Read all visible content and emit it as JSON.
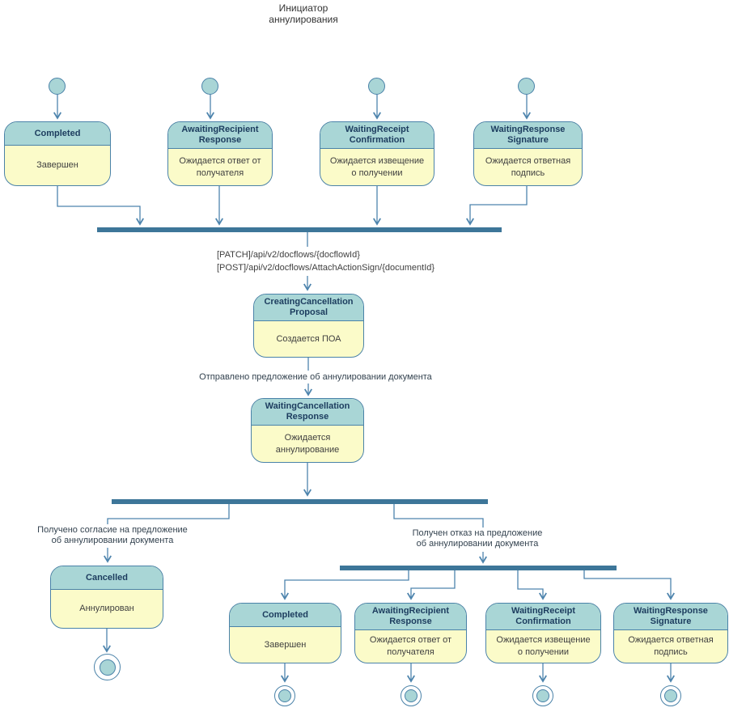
{
  "diagram": {
    "title": "Инициатор\nаннулирования",
    "colors": {
      "state_header_fill": "#a9d6d6",
      "state_body_fill": "#fbfbc9",
      "state_border": "#4a82a8",
      "sync_bar_fill": "#3d7699",
      "connector_stroke": "#4d84ad",
      "header_text": "#1c3c5e",
      "body_text": "#404040"
    },
    "top_states": [
      {
        "title": "Completed",
        "subtitle": "Завершен"
      },
      {
        "title": "AwaitingRecipient\nResponse",
        "subtitle": "Ожидается ответ от\nполучателя"
      },
      {
        "title": "WaitingReceipt\nConfirmation",
        "subtitle": "Ожидается извещение\nо получении"
      },
      {
        "title": "WaitingResponse\nSignature",
        "subtitle": "Ожидается ответная\nподпись"
      }
    ],
    "api_label": "[PATCH]/api/v2/docflows/{docflowId}\n[POST]/api/v2/docflows/AttachActionSign/{documentId}",
    "creating_state": {
      "title": "CreatingCancellation\nProposal",
      "subtitle": "Создается ПОА"
    },
    "sent_label": "Отправлено предложение об аннулировании документа",
    "waiting_state": {
      "title": "WaitingCancellation\nResponse",
      "subtitle": "Ожидается\nаннулирование"
    },
    "agree_label": "Получено согласие на предложение\nоб аннулировании документа",
    "refuse_label": "Получен отказ на предложение\nоб аннулировании документа",
    "cancelled_state": {
      "title": "Cancelled",
      "subtitle": "Аннулирован"
    },
    "bottom_states": [
      {
        "title": "Completed",
        "subtitle": "Завершен"
      },
      {
        "title": "AwaitingRecipient\nResponse",
        "subtitle": "Ожидается ответ от\nполучателя"
      },
      {
        "title": "WaitingReceipt\nConfirmation",
        "subtitle": "Ожидается извещение\nо получении"
      },
      {
        "title": "WaitingResponse\nSignature",
        "subtitle": "Ожидается ответная\nподпись"
      }
    ]
  }
}
